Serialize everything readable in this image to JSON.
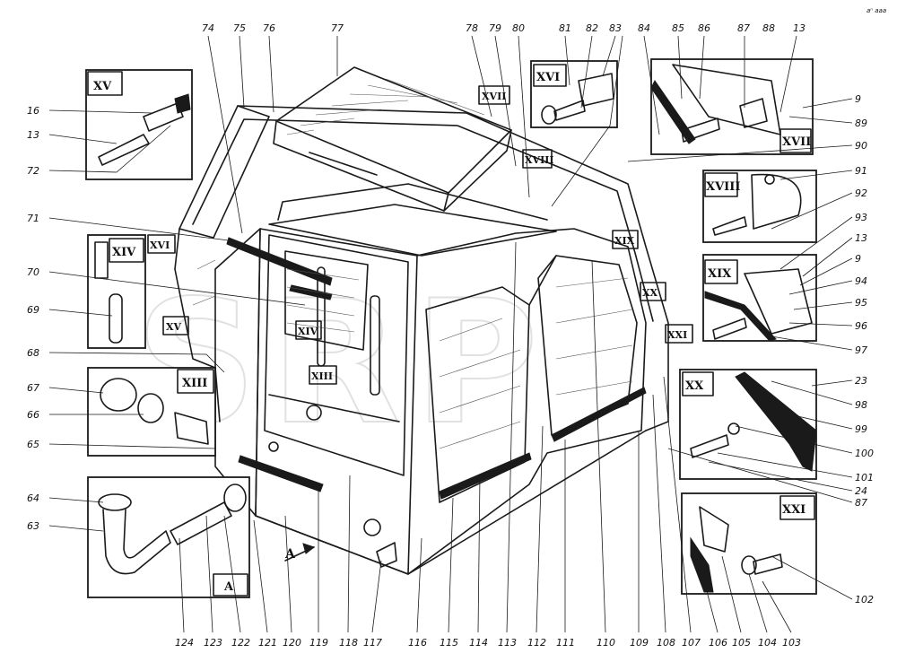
{
  "corner_mark": "аⁿ ааа",
  "watermark": "SRP",
  "part_numbers": {
    "top": [
      "74",
      "75",
      "76",
      "77",
      "78",
      "79",
      "80",
      "81",
      "82",
      "83",
      "84",
      "85",
      "86",
      "87",
      "88",
      "13"
    ],
    "left": [
      "16",
      "13",
      "72",
      "71",
      "70",
      "69",
      "68",
      "67",
      "66",
      "65",
      "64",
      "63"
    ],
    "right": [
      "9",
      "89",
      "90",
      "91",
      "92",
      "93",
      "13",
      "9",
      "94",
      "95",
      "96",
      "97",
      "23",
      "98",
      "99",
      "100",
      "101",
      "24",
      "87",
      "102"
    ],
    "bottom": [
      "124",
      "123",
      "122",
      "121",
      "120",
      "119",
      "118",
      "117",
      "116",
      "115",
      "114",
      "113",
      "112",
      "111",
      "110",
      "109",
      "108",
      "107",
      "106",
      "105",
      "104",
      "103"
    ]
  },
  "detail_views": [
    "XV",
    "XIV",
    "XIII",
    "A",
    "XVI",
    "XVII",
    "XVIII",
    "XIX",
    "XX",
    "XXI"
  ],
  "cab_markers": [
    "XVII",
    "XVIII",
    "XVI",
    "XV",
    "XIV",
    "XIII",
    "XIX",
    "XX",
    "XXI"
  ],
  "view_arrow": "A"
}
